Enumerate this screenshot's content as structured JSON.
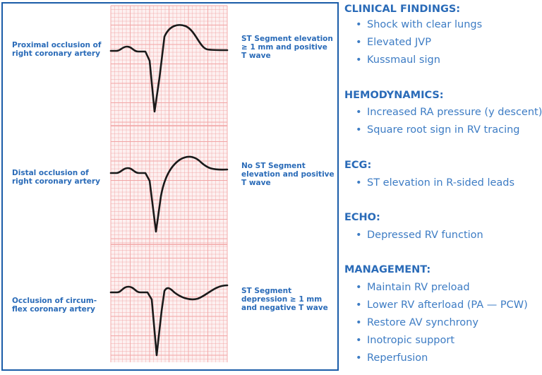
{
  "ecg": {
    "rows": [
      {
        "label": "Proximal occlusion of right coronary artery",
        "description": "ST Segment elevation ≥ 1 mm and positive T wave"
      },
      {
        "label": "Distal occlusion of right coronary artery",
        "description": "No ST Segment elevation and positive T wave"
      },
      {
        "label": "Occlusion of circum-flex coronary artery",
        "description": "ST Segment depression ≥ 1 mm and negative T wave"
      }
    ],
    "grid_color": "#f2a5a5",
    "trace_color": "#1a1a1a",
    "border_color": "#1a5ca8"
  },
  "findings": {
    "sections": [
      {
        "title": "CLINICAL FINDINGS:",
        "items": [
          "Shock with clear lungs",
          "Elevated JVP",
          "Kussmaul sign"
        ]
      },
      {
        "title": "HEMODYNAMICS:",
        "items": [
          "Increased RA pressure (y descent)",
          "Square root sign in RV tracing"
        ]
      },
      {
        "title": "ECG:",
        "items": [
          "ST elevation in R-sided leads"
        ]
      },
      {
        "title": "ECHO:",
        "items": [
          "Depressed RV function"
        ]
      },
      {
        "title": "MANAGEMENT:",
        "items": [
          "Maintain RV preload",
          "Lower RV afterload (PA — PCW)",
          "Restore AV synchrony",
          "Inotropic support",
          "Reperfusion"
        ]
      }
    ],
    "text_color": "#2a6bb8"
  }
}
